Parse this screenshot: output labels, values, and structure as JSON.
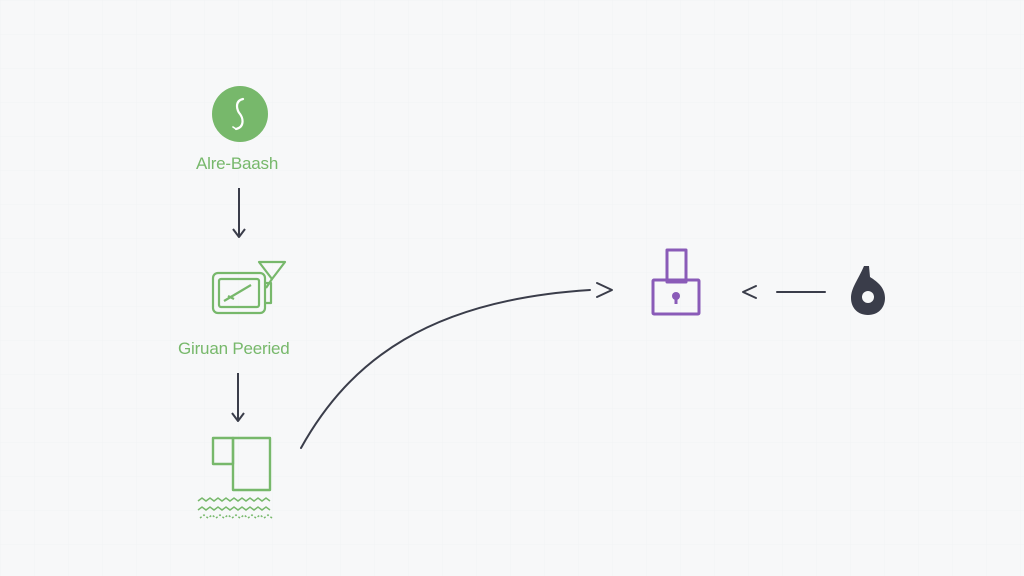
{
  "diagram": {
    "nodes": [
      {
        "id": "alre-baash",
        "label": "Alre-Baash",
        "icon": "green-circle-s-icon"
      },
      {
        "id": "giruan-peeried",
        "label": "Giruan Peeried",
        "icon": "package-send-icon"
      },
      {
        "id": "storage-device",
        "label": "",
        "icon": "document-panel-icon"
      },
      {
        "id": "lock",
        "label": "",
        "icon": "lock-icon"
      },
      {
        "id": "pin",
        "label": "",
        "icon": "map-pin-icon"
      }
    ],
    "edges": [
      {
        "from": "alre-baash",
        "to": "giruan-peeried"
      },
      {
        "from": "giruan-peeried",
        "to": "storage-device"
      },
      {
        "from": "storage-device",
        "to": "lock"
      },
      {
        "from": "pin",
        "to": "lock"
      }
    ]
  },
  "colors": {
    "background": "#f7f8f9",
    "green": "#77b86b",
    "purple": "#8a5bb8",
    "ink": "#3a3d4a"
  }
}
